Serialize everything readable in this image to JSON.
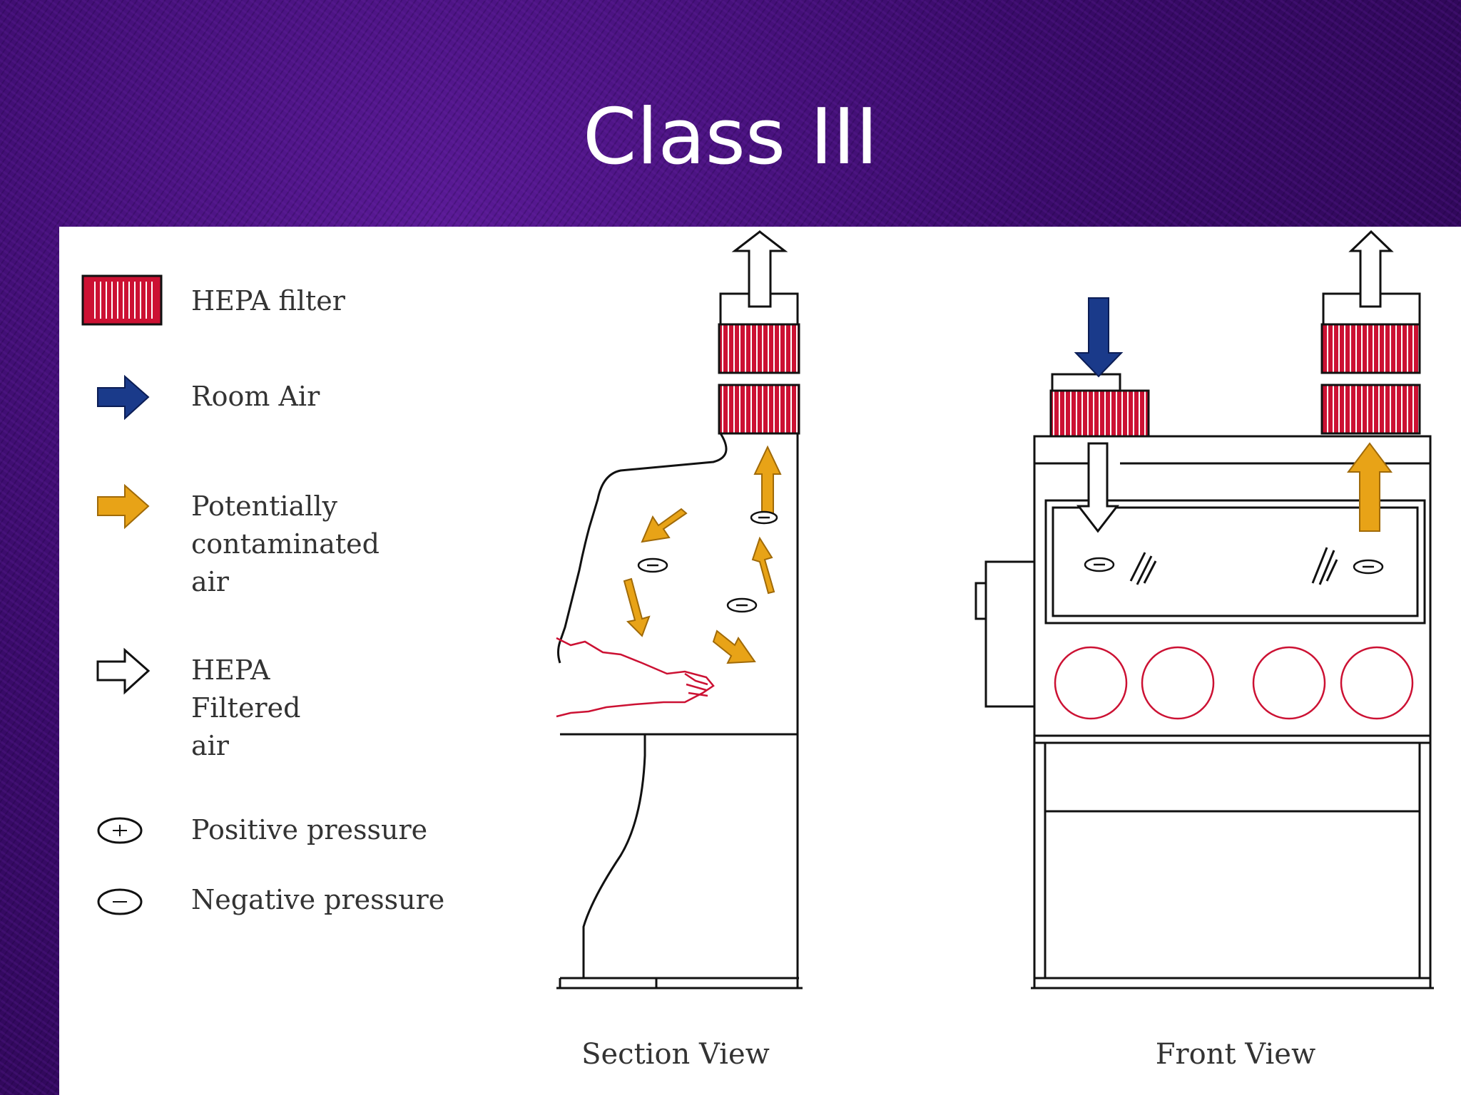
{
  "slide": {
    "title": "Class III",
    "colors": {
      "background": "#3c0c6e",
      "hepa_filter": "#cc1133",
      "room_air": "#1a3a8a",
      "contaminated_air": "#e8a317",
      "glove": "#cc1133"
    }
  },
  "legend": [
    {
      "label": "HEPA filter",
      "icon": "hepa-filter-icon"
    },
    {
      "label": "Room Air",
      "icon": "blue-arrow-icon"
    },
    {
      "label": "Potentially\ncontaminated\nair",
      "icon": "orange-arrow-icon"
    },
    {
      "label": "HEPA\nFiltered\nair",
      "icon": "white-arrow-icon"
    },
    {
      "label": "Positive pressure",
      "icon": "positive-pressure-icon"
    },
    {
      "label": "Negative pressure",
      "icon": "negative-pressure-icon"
    }
  ],
  "views": {
    "section": "Section View",
    "front": "Front View"
  }
}
